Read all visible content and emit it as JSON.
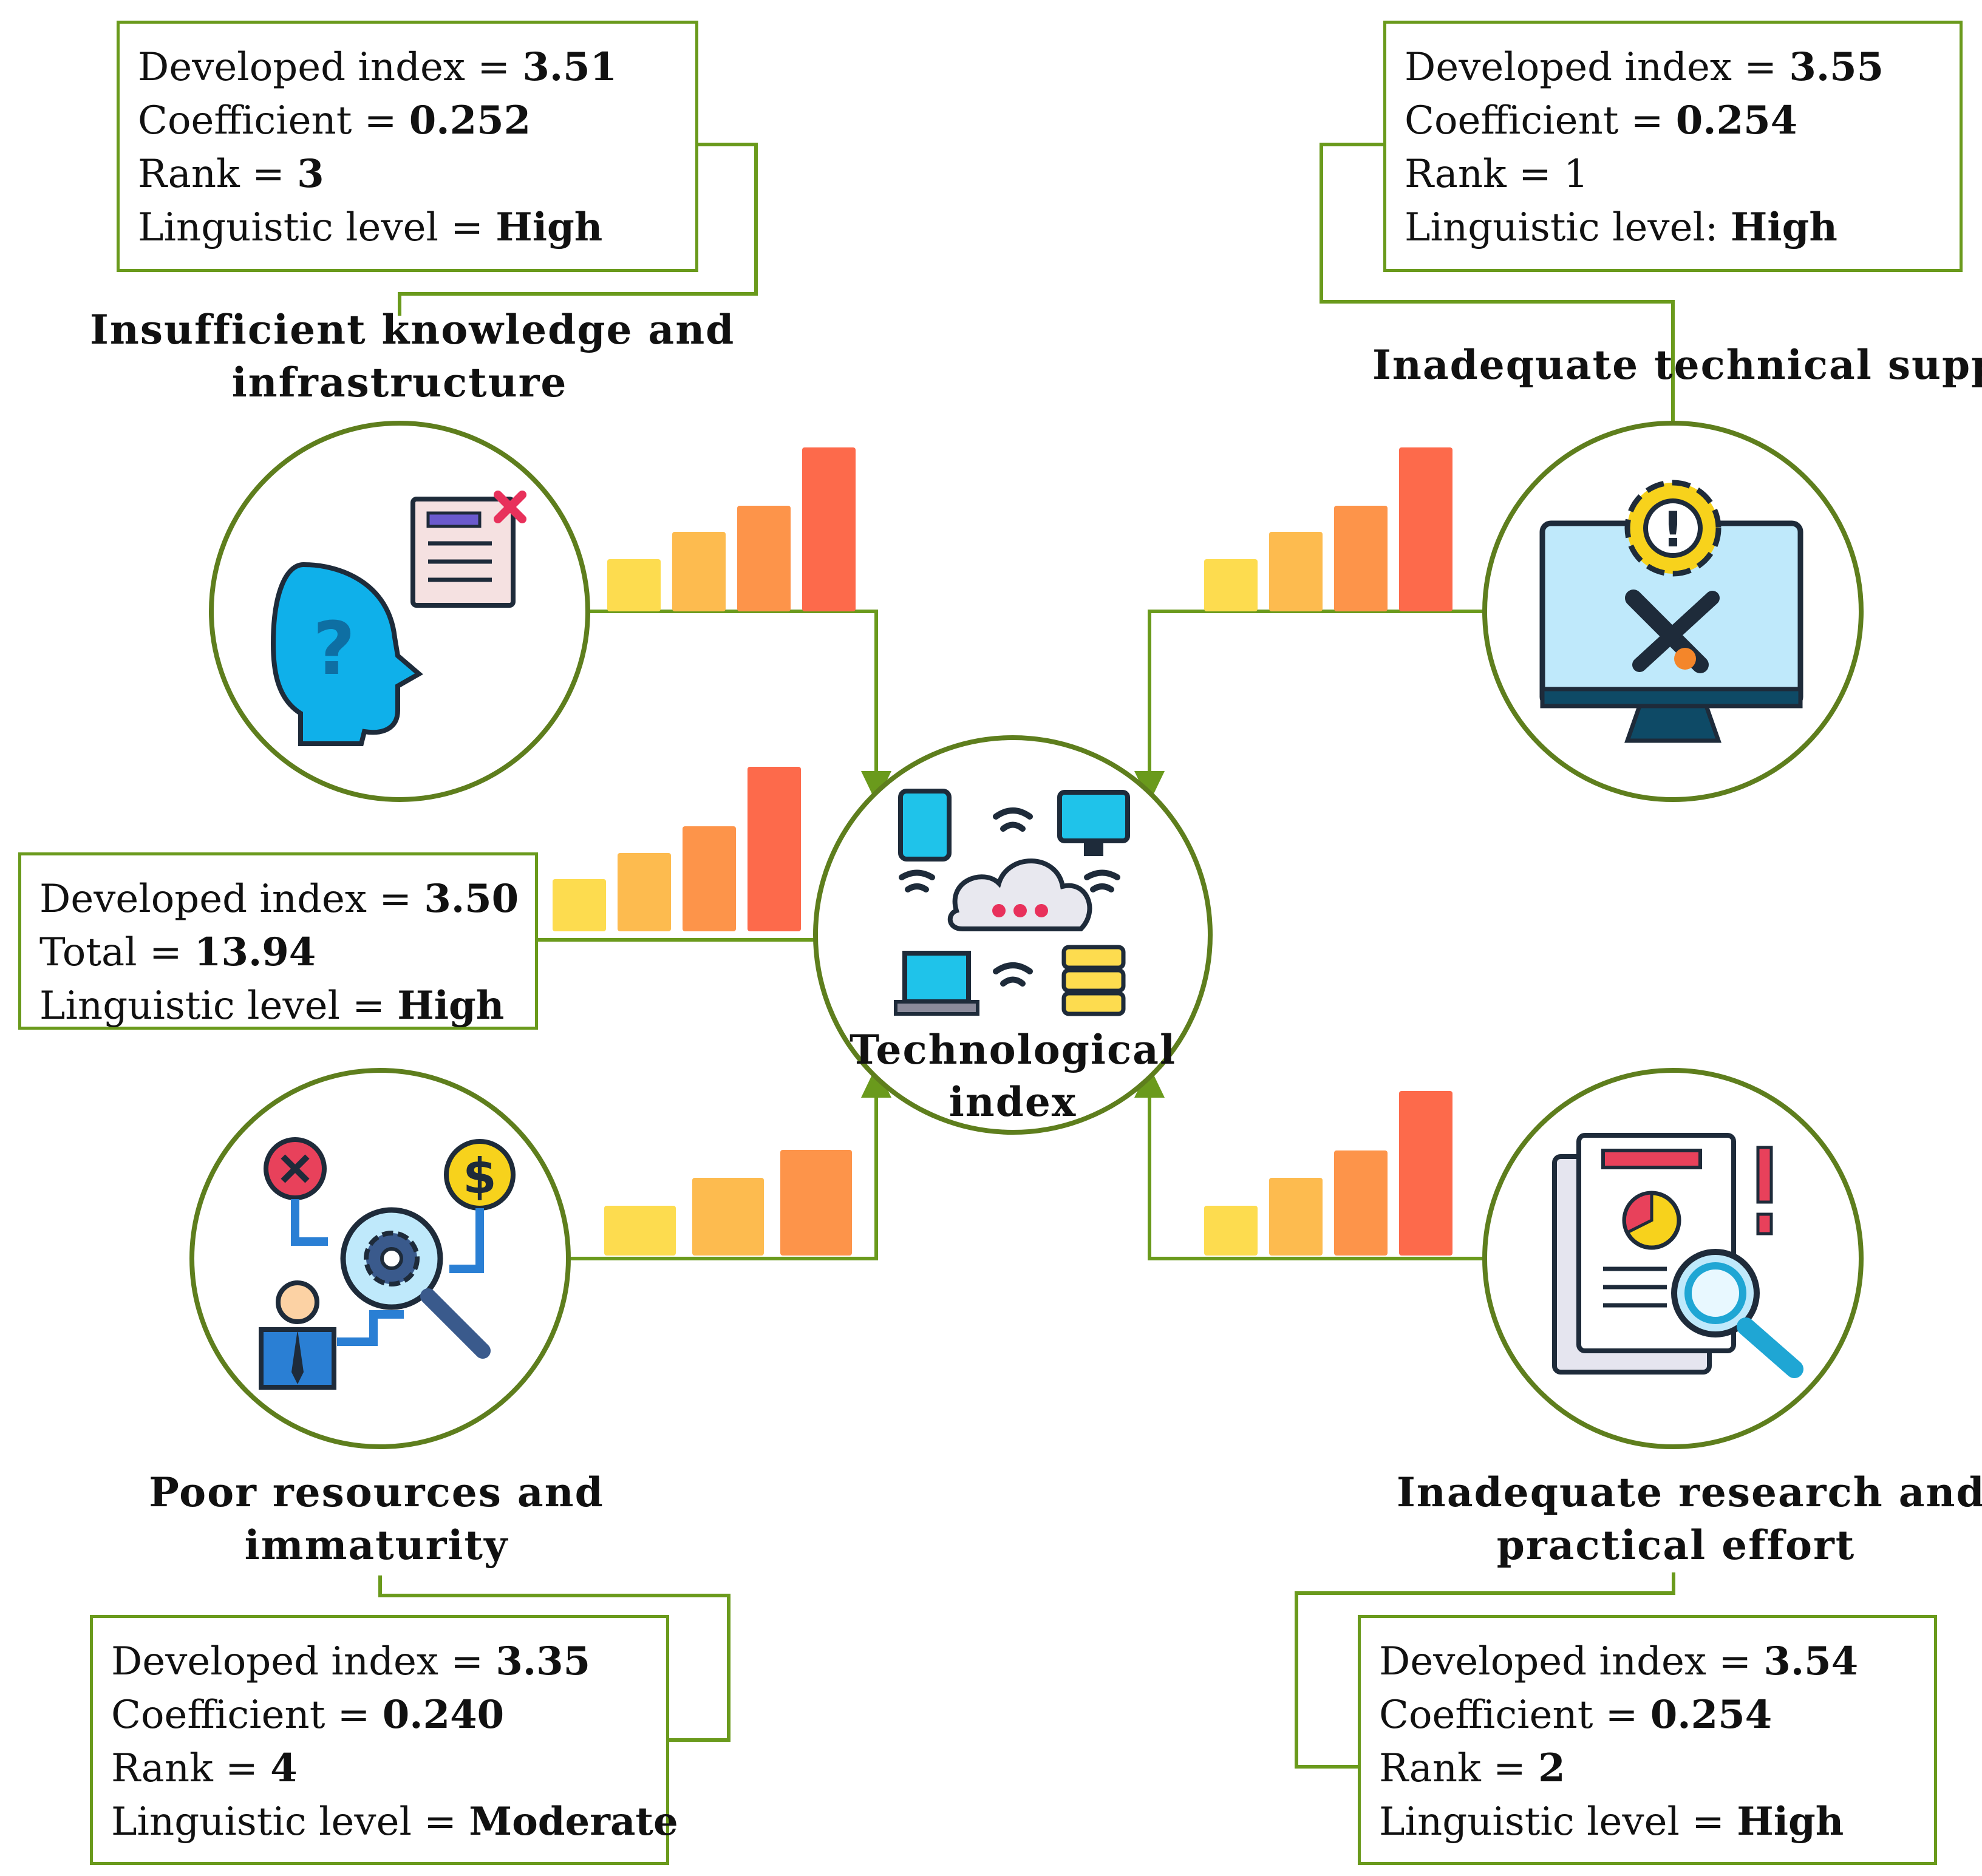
{
  "center": {
    "label_line1": "Technological",
    "label_line2": "index"
  },
  "factors": {
    "top_left": {
      "title_line1": "Insufficient knowledge and",
      "title_line2": "infrastructure",
      "lines": [
        {
          "label": "Developed index = ",
          "value": "3.51"
        },
        {
          "label": "Coefficient = ",
          "value": "0.252"
        },
        {
          "label": "Rank = ",
          "value": "3"
        },
        {
          "label": "Linguistic level = ",
          "value": "High"
        }
      ]
    },
    "top_right": {
      "title_line1": "Inadequate technical support",
      "lines": [
        {
          "label": "Developed index = ",
          "value": "3.55"
        },
        {
          "label": "Coefficient = ",
          "value": "0.254"
        },
        {
          "label": "Rank = 1",
          "value": ""
        },
        {
          "label": "Linguistic level: ",
          "value": "High"
        }
      ]
    },
    "bottom_left": {
      "title_line1": "Poor resources and",
      "title_line2": "immaturity",
      "lines": [
        {
          "label": "Developed index = ",
          "value": "3.35"
        },
        {
          "label": "Coefficient = ",
          "value": "0.240"
        },
        {
          "label": "Rank = ",
          "value": "4"
        },
        {
          "label": "Linguistic level = ",
          "value": "Moderate"
        }
      ]
    },
    "bottom_right": {
      "title_line1": "Inadequate research and",
      "title_line2": "practical effort",
      "lines": [
        {
          "label": "Developed index = ",
          "value": "3.54"
        },
        {
          "label": "Coefficient = ",
          "value": "0.254"
        },
        {
          "label": "Rank = ",
          "value": "2"
        },
        {
          "label": "Linguistic level = ",
          "value": "High"
        }
      ]
    }
  },
  "summary": {
    "lines": [
      {
        "label": "Developed index = ",
        "value": "3.50"
      },
      {
        "label": "Total = ",
        "value": "13.94"
      },
      {
        "label": "Linguistic level = ",
        "value": "High"
      }
    ]
  },
  "colors": {
    "connector": "#6a9a1c",
    "circle_border": "#5e7e1d",
    "bar_1": "#fddc4f",
    "bar_2": "#fdbb4f",
    "bar_3": "#fd944a",
    "bar_4": "#fd6a4b"
  },
  "icons": {
    "center": "cloud-network-icon",
    "top_left": "head-question-document-icon",
    "top_right": "monitor-gear-tools-icon",
    "bottom_left": "person-gear-magnifier-icon",
    "bottom_right": "document-chart-magnifier-icon"
  }
}
